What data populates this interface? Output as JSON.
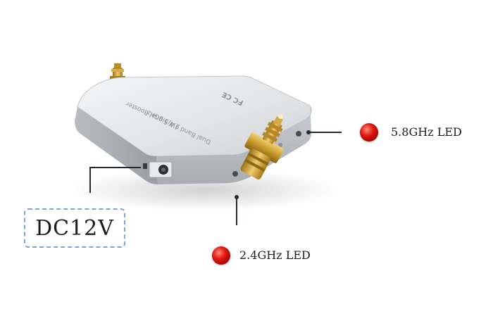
{
  "product": {
    "top_text_line1": "Dual Band 4W Signal Booster",
    "top_text_line2": "2.4/5.8GHz",
    "certifications": "FC CE"
  },
  "labels": {
    "led_58": "5.8GHz LED",
    "led_24": "2.4GHz LED",
    "dc_input": "DC12V"
  },
  "colors": {
    "led_red": "#d8140c",
    "dashed_box": "#79a6d6",
    "body_silver": "#d9dcdf",
    "connector_gold": "#c89a2a"
  }
}
